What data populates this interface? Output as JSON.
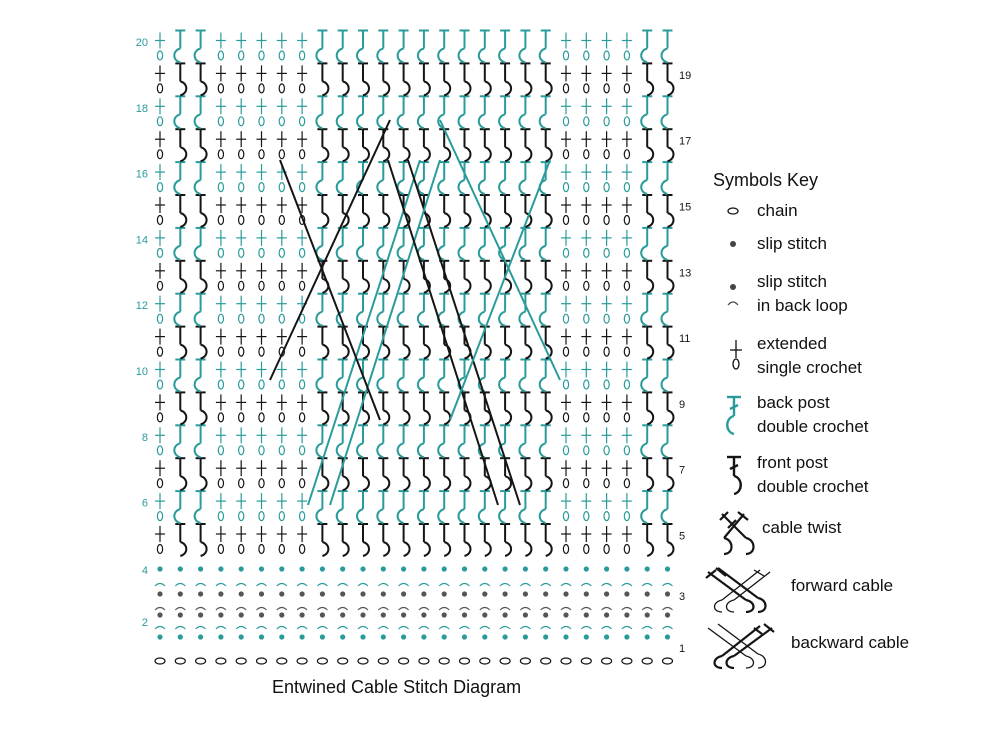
{
  "colors": {
    "teal": "#2a9b9b",
    "black": "#151515",
    "grey": "#555555"
  },
  "row_numbers": [
    "20",
    "19",
    "18",
    "17",
    "16",
    "15",
    "14",
    "13",
    "12",
    "11",
    "10",
    "9",
    "8",
    "7",
    "6",
    "5",
    "4",
    "3",
    "2",
    "1"
  ],
  "key": {
    "title": "Symbols Key",
    "items": [
      {
        "id": "chain",
        "icon": "chain-icon",
        "lines": [
          "chain"
        ]
      },
      {
        "id": "slip",
        "icon": "slip-stitch-icon",
        "lines": [
          "slip stitch"
        ]
      },
      {
        "id": "slip-bl",
        "icon": "slip-stitch-back-loop-icon",
        "lines": [
          "slip stitch",
          "in back loop"
        ]
      },
      {
        "id": "esc",
        "icon": "extended-single-crochet-icon",
        "lines": [
          "extended",
          "single crochet"
        ]
      },
      {
        "id": "bpdc",
        "icon": "back-post-double-crochet-icon",
        "lines": [
          "back post",
          "double crochet"
        ]
      },
      {
        "id": "fpdc",
        "icon": "front-post-double-crochet-icon",
        "lines": [
          "front post",
          "double crochet"
        ]
      },
      {
        "id": "twist",
        "icon": "cable-twist-icon",
        "lines": [
          "cable twist"
        ]
      },
      {
        "id": "fwd",
        "icon": "forward-cable-icon",
        "lines": [
          "forward cable"
        ]
      },
      {
        "id": "bwd",
        "icon": "backward-cable-icon",
        "lines": [
          "backward cable"
        ]
      }
    ]
  },
  "caption": "Entwined Cable Stitch Diagram"
}
